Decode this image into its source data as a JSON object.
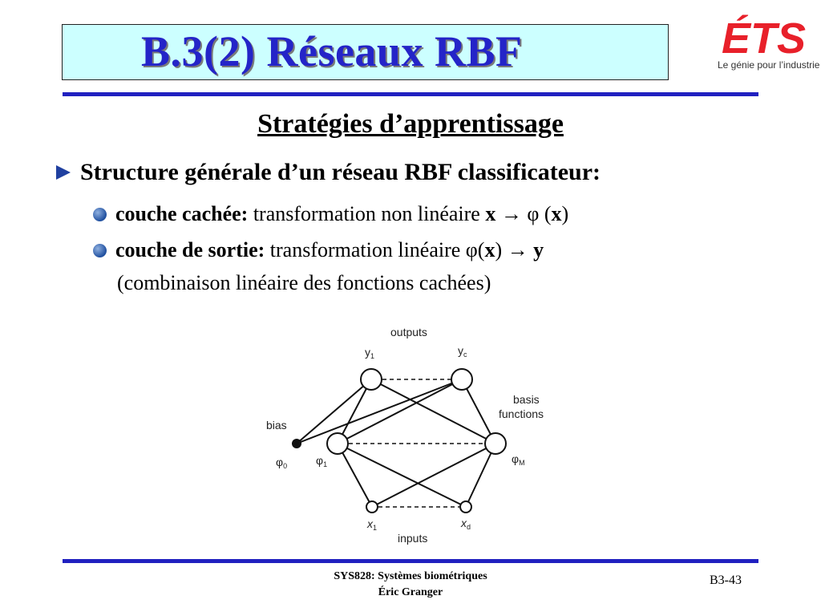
{
  "slide": {
    "title": "B.3(2)  Réseaux RBF",
    "logo_wordmark": "ÉTS",
    "logo_tagline": "Le génie pour l’industrie",
    "subtitle": "Stratégies d’apprentissage",
    "bullet_main": "Structure générale d’un réseau RBF classificateur:",
    "sub1": {
      "bold": "couche cachée:",
      "text": " transformation non linéaire  ",
      "math1": "x",
      "mid": " → φ (",
      "math2": "x",
      "end": ")"
    },
    "sub2": {
      "bold": "couche de sortie:",
      "text": " transformation linéaire φ(",
      "math1": "x",
      "mid": ") → ",
      "math2": "y",
      "cont": "(combinaison linéaire des fonctions cachées)"
    }
  },
  "diagram": {
    "labels": {
      "outputs": "outputs",
      "y1": "y",
      "y1_sub": "1",
      "yc": "y",
      "yc_sub": "c",
      "basis": "basis",
      "functions": "functions",
      "bias": "bias",
      "phi0": "φ",
      "phi0_sub": "0",
      "phi1": "φ",
      "phi1_sub": "1",
      "phiM": "φ",
      "phiM_sub": "M",
      "x1": "x",
      "x1_sub": "1",
      "xd": "x",
      "xd_sub": "d",
      "inputs": "inputs"
    }
  },
  "footer": {
    "course": "SYS828: Systèmes biométriques",
    "author": "Éric Granger",
    "page": "B3-43"
  },
  "colors": {
    "title": "#2424c8",
    "title_bg": "#ccffff",
    "rule": "#2020c0",
    "logo_red": "#e8202a",
    "bullet": "#1f4f9f"
  }
}
